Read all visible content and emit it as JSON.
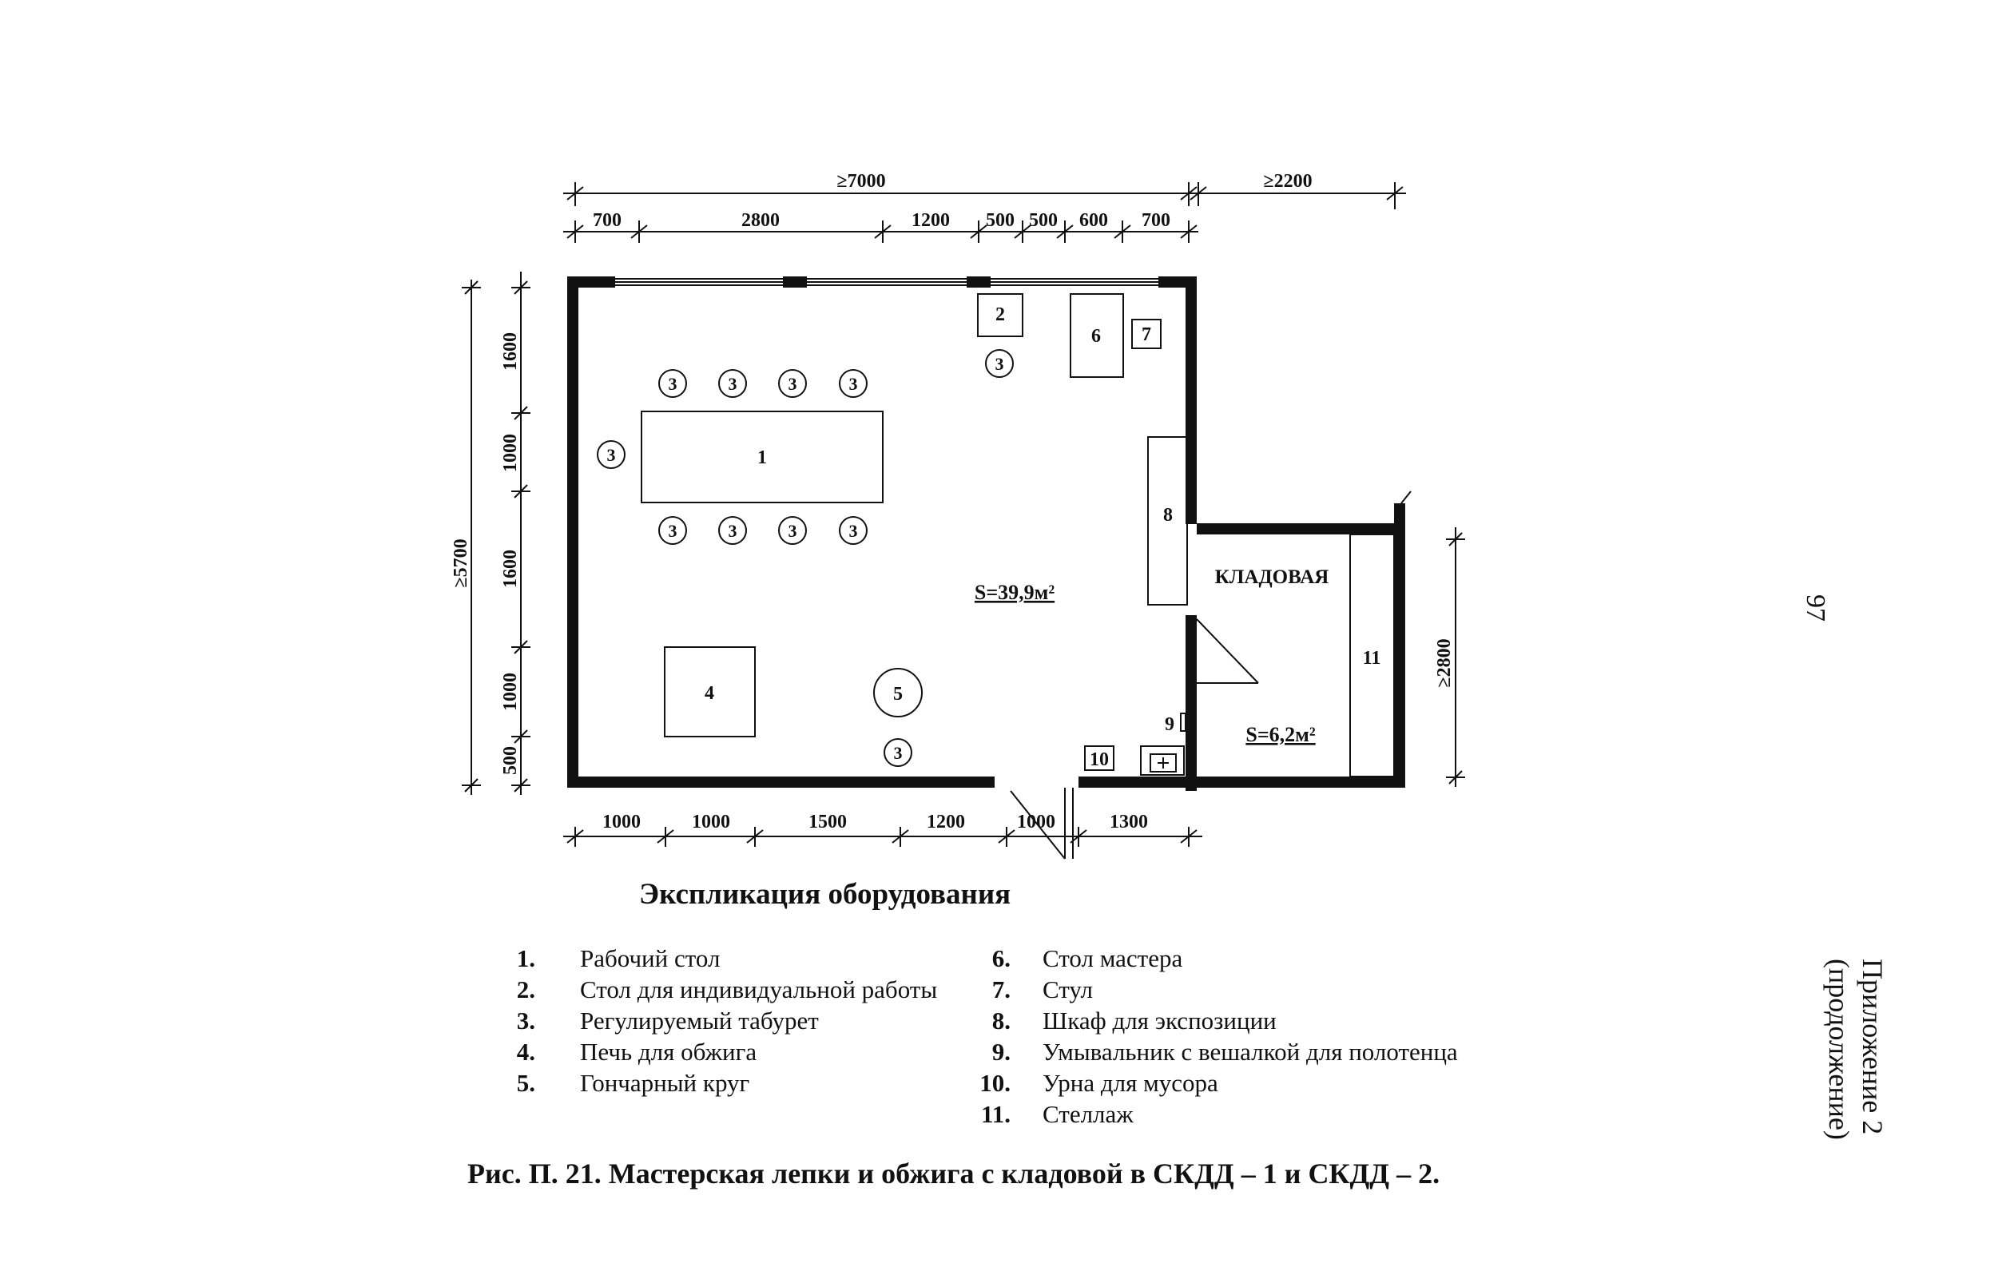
{
  "dimensions": {
    "top_total": "≥7000",
    "top_extra": "≥2200",
    "top_segments": [
      "700",
      "2800",
      "1200",
      "500",
      "500",
      "600",
      "700"
    ],
    "bottom_segments": [
      "1000",
      "1000",
      "1500",
      "1200",
      "1000",
      "1300"
    ],
    "left_total": "≥5700",
    "left_segments": [
      "1600",
      "1000",
      "1600",
      "1000",
      "500"
    ],
    "right_storage": "≥2800"
  },
  "plan": {
    "stool_number": "3",
    "equipment_labels": {
      "table": "1",
      "individual_table": "2",
      "kiln": "4",
      "wheel": "5",
      "master_table": "6",
      "chair": "7",
      "display_cabinet": "8",
      "washbasin": "9",
      "trash_bin": "10",
      "rack": "11"
    },
    "main_area": "S=39,9м²",
    "storage_label": "КЛАДОВАЯ",
    "storage_area": "S=6,2м²"
  },
  "legend": {
    "title": "Экспликация оборудования",
    "left": [
      {
        "num": "1.",
        "text": "Рабочий стол"
      },
      {
        "num": "2.",
        "text": "Стол для индивидуальной работы"
      },
      {
        "num": "3.",
        "text": "Регулируемый табурет"
      },
      {
        "num": "4.",
        "text": "Печь для обжига"
      },
      {
        "num": "5.",
        "text": "Гончарный круг"
      }
    ],
    "right": [
      {
        "num": "6.",
        "text": "Стол мастера"
      },
      {
        "num": "7.",
        "text": "Стул"
      },
      {
        "num": "8.",
        "text": "Шкаф для экспозиции"
      },
      {
        "num": "9.",
        "text": "Умывальник с вешалкой для полотенца"
      },
      {
        "num": "10.",
        "text": "Урна для мусора"
      },
      {
        "num": "11.",
        "text": "Стеллаж"
      }
    ]
  },
  "caption": "Рис. П. 21.  Мастерская лепки и обжига с кладовой в СКДД – 1 и СКДД – 2.",
  "appendix": {
    "line1": "Приложение 2",
    "line2": "(продолжение)"
  },
  "page_number": "97"
}
